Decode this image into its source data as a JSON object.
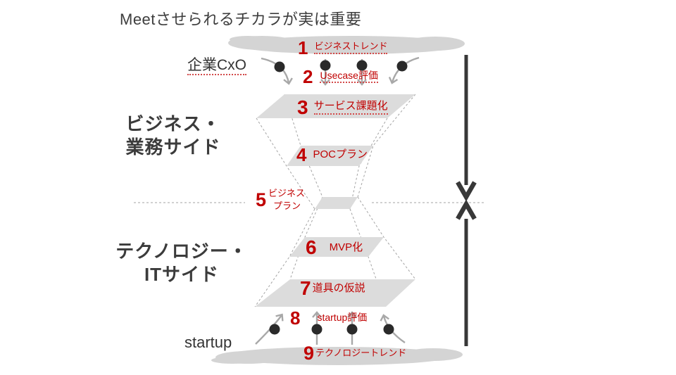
{
  "title": "Meetさせられるチカラが実は重要",
  "labels": {
    "cxo": "企業CxO",
    "business_side_line1": "ビジネス・",
    "business_side_line2": "業務サイド",
    "tech_side_line1": "テクノロジー・",
    "tech_side_line2": "ITサイド",
    "startup": "startup"
  },
  "steps": [
    {
      "num": "1",
      "label": "ビジネストレンド"
    },
    {
      "num": "2",
      "label": "Usecase評価"
    },
    {
      "num": "3",
      "label": "サービス課題化"
    },
    {
      "num": "4",
      "label": "POCプラン"
    },
    {
      "num": "5",
      "label": "ビジネス",
      "label2": "プラン"
    },
    {
      "num": "6",
      "label": "MVP化"
    },
    {
      "num": "7",
      "label": "道具の仮説"
    },
    {
      "num": "8",
      "label": "startup評価"
    },
    {
      "num": "9",
      "label": "テクノロジートレンド"
    }
  ],
  "icons": {
    "down_flow_arrow": "↓",
    "up_flow_arrow": "↑",
    "connector_dot": "●",
    "trend_cloud": "☁"
  },
  "colors": {
    "step_red": "#c00000",
    "plane_gray": "#dcdcdc",
    "cloud_gray": "#d4d4d4",
    "dash_gray": "#a3a3a3",
    "arrow_gray": "#a8a8a8",
    "arrow_dark": "#383838",
    "text_dark": "#3d3d3d"
  }
}
